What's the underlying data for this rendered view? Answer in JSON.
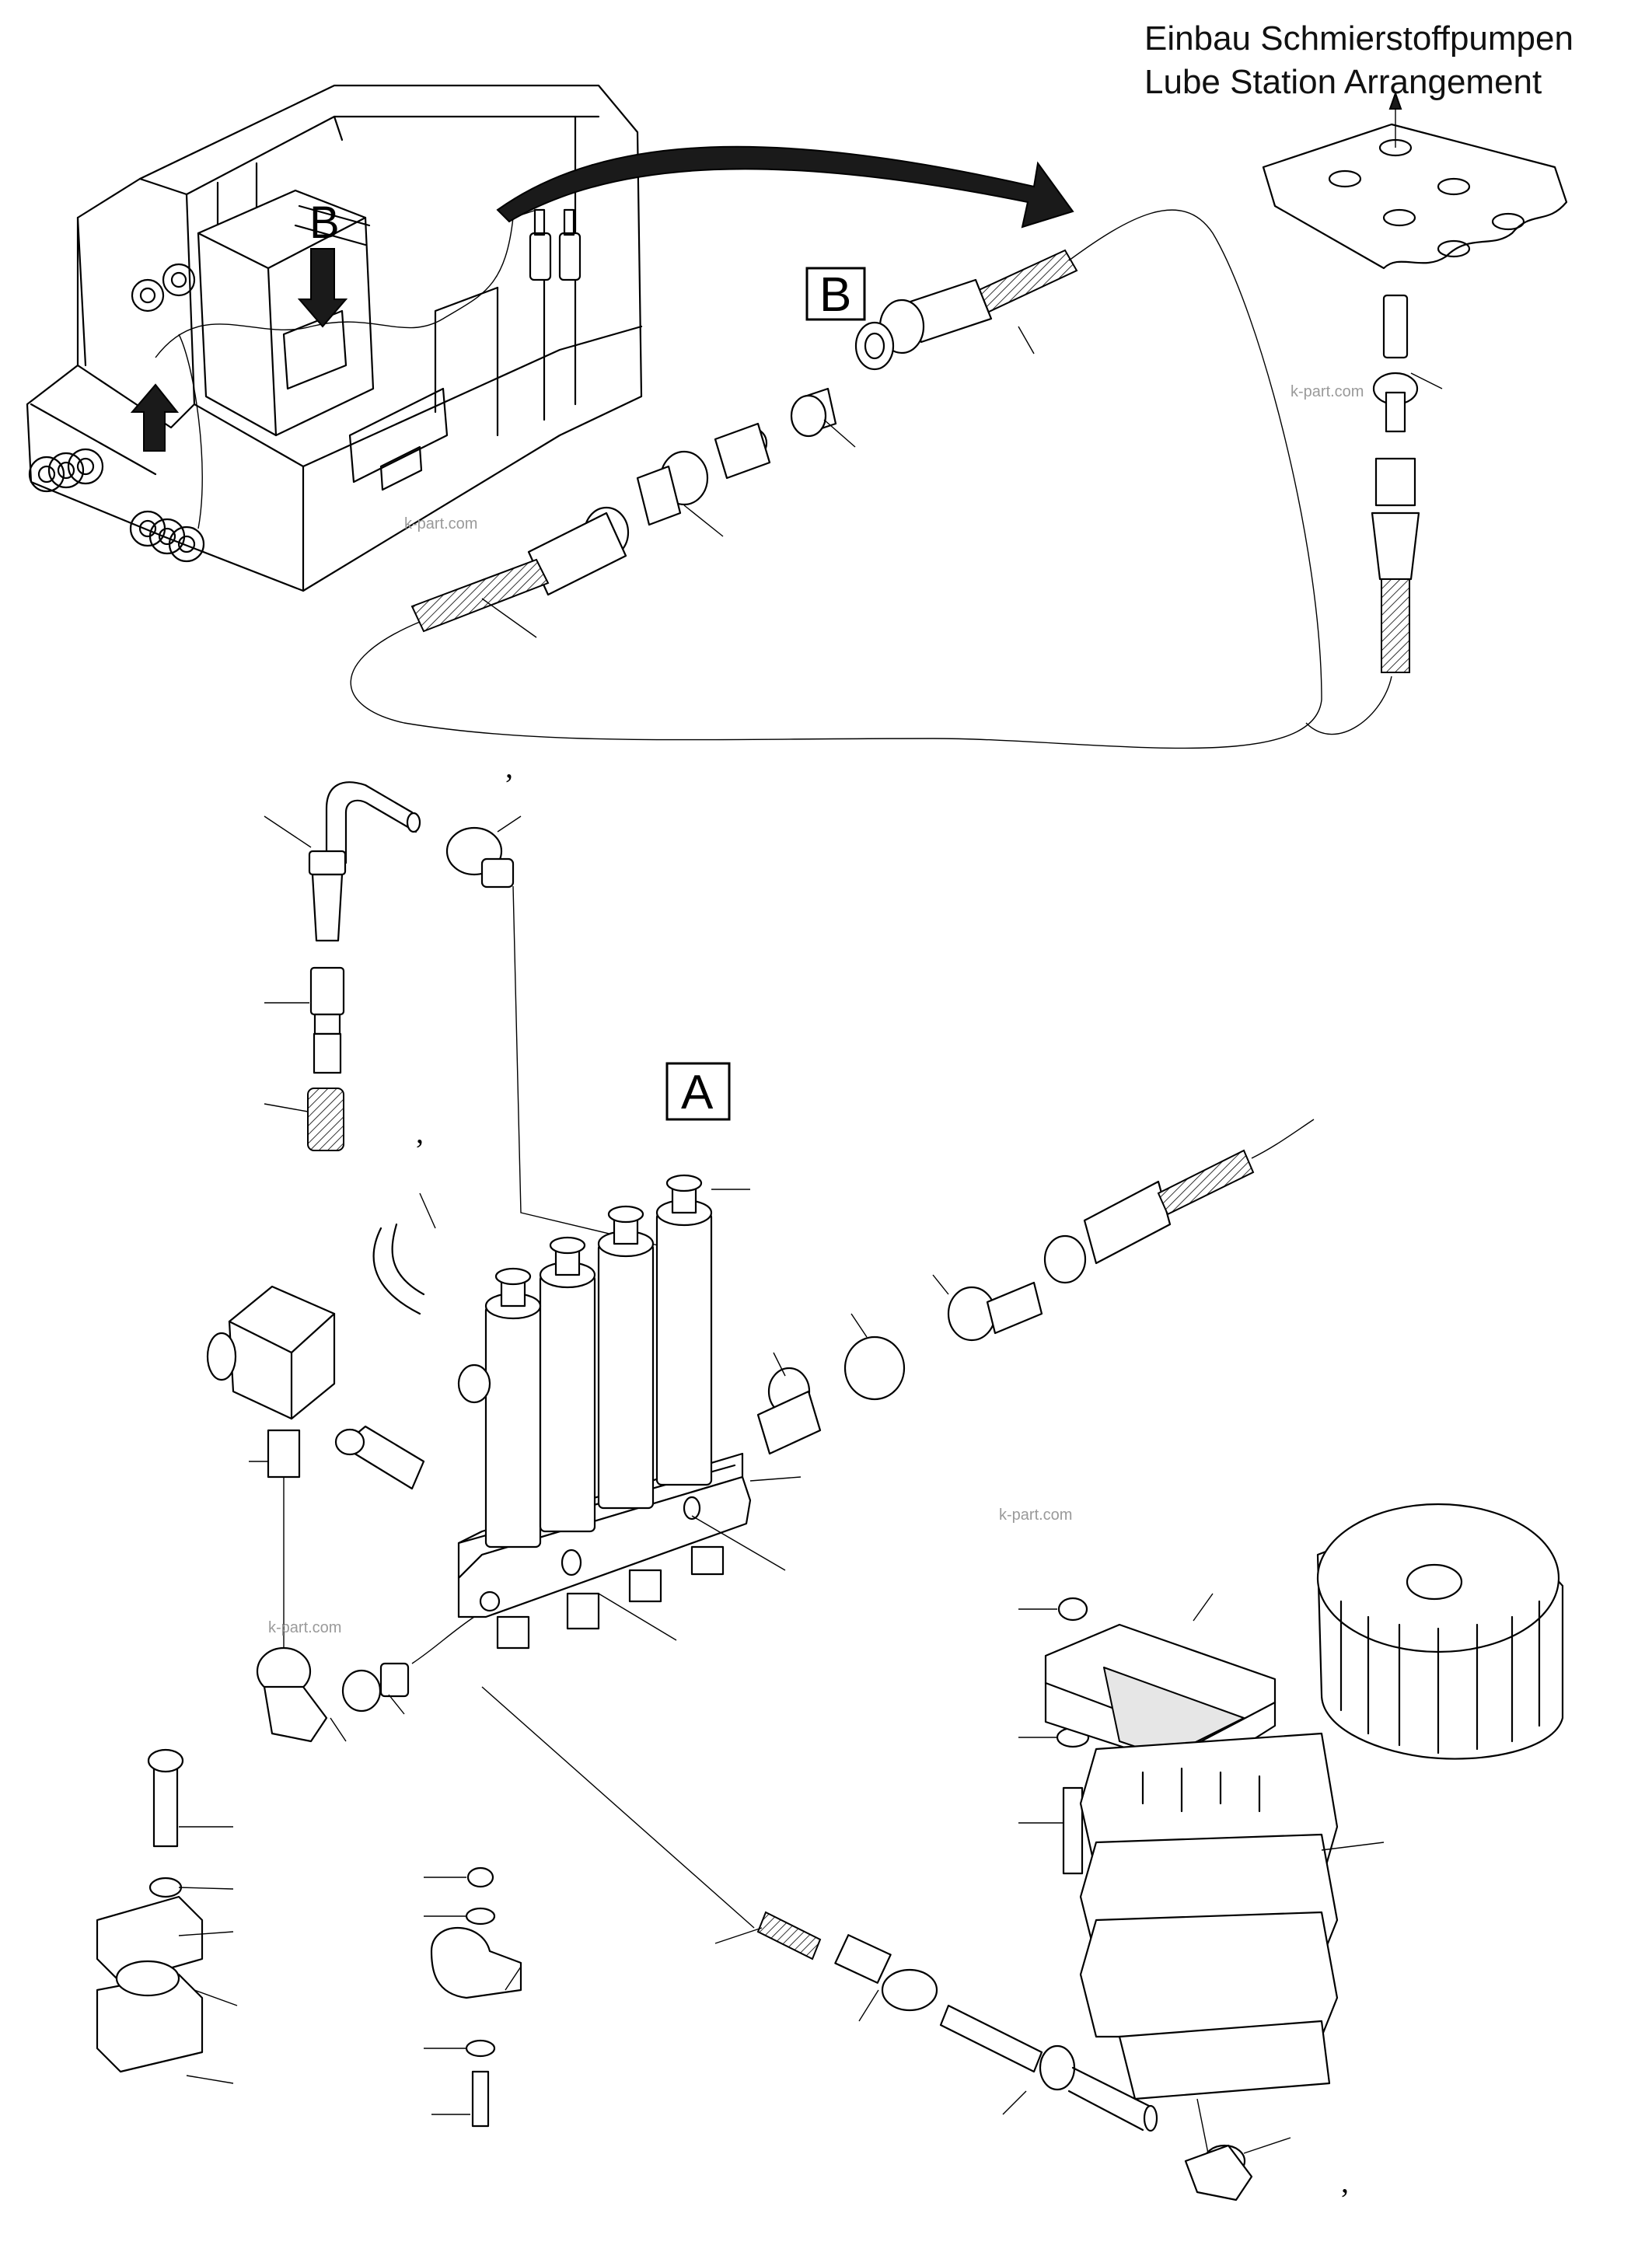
{
  "header": {
    "title_de": "Einbau Schmierstoffpumpen",
    "title_en": "Lube Station Arrangement"
  },
  "callouts": {
    "detail_a": "A",
    "detail_b": "B",
    "view_b_marker": "B"
  },
  "watermark": "k-part.com"
}
